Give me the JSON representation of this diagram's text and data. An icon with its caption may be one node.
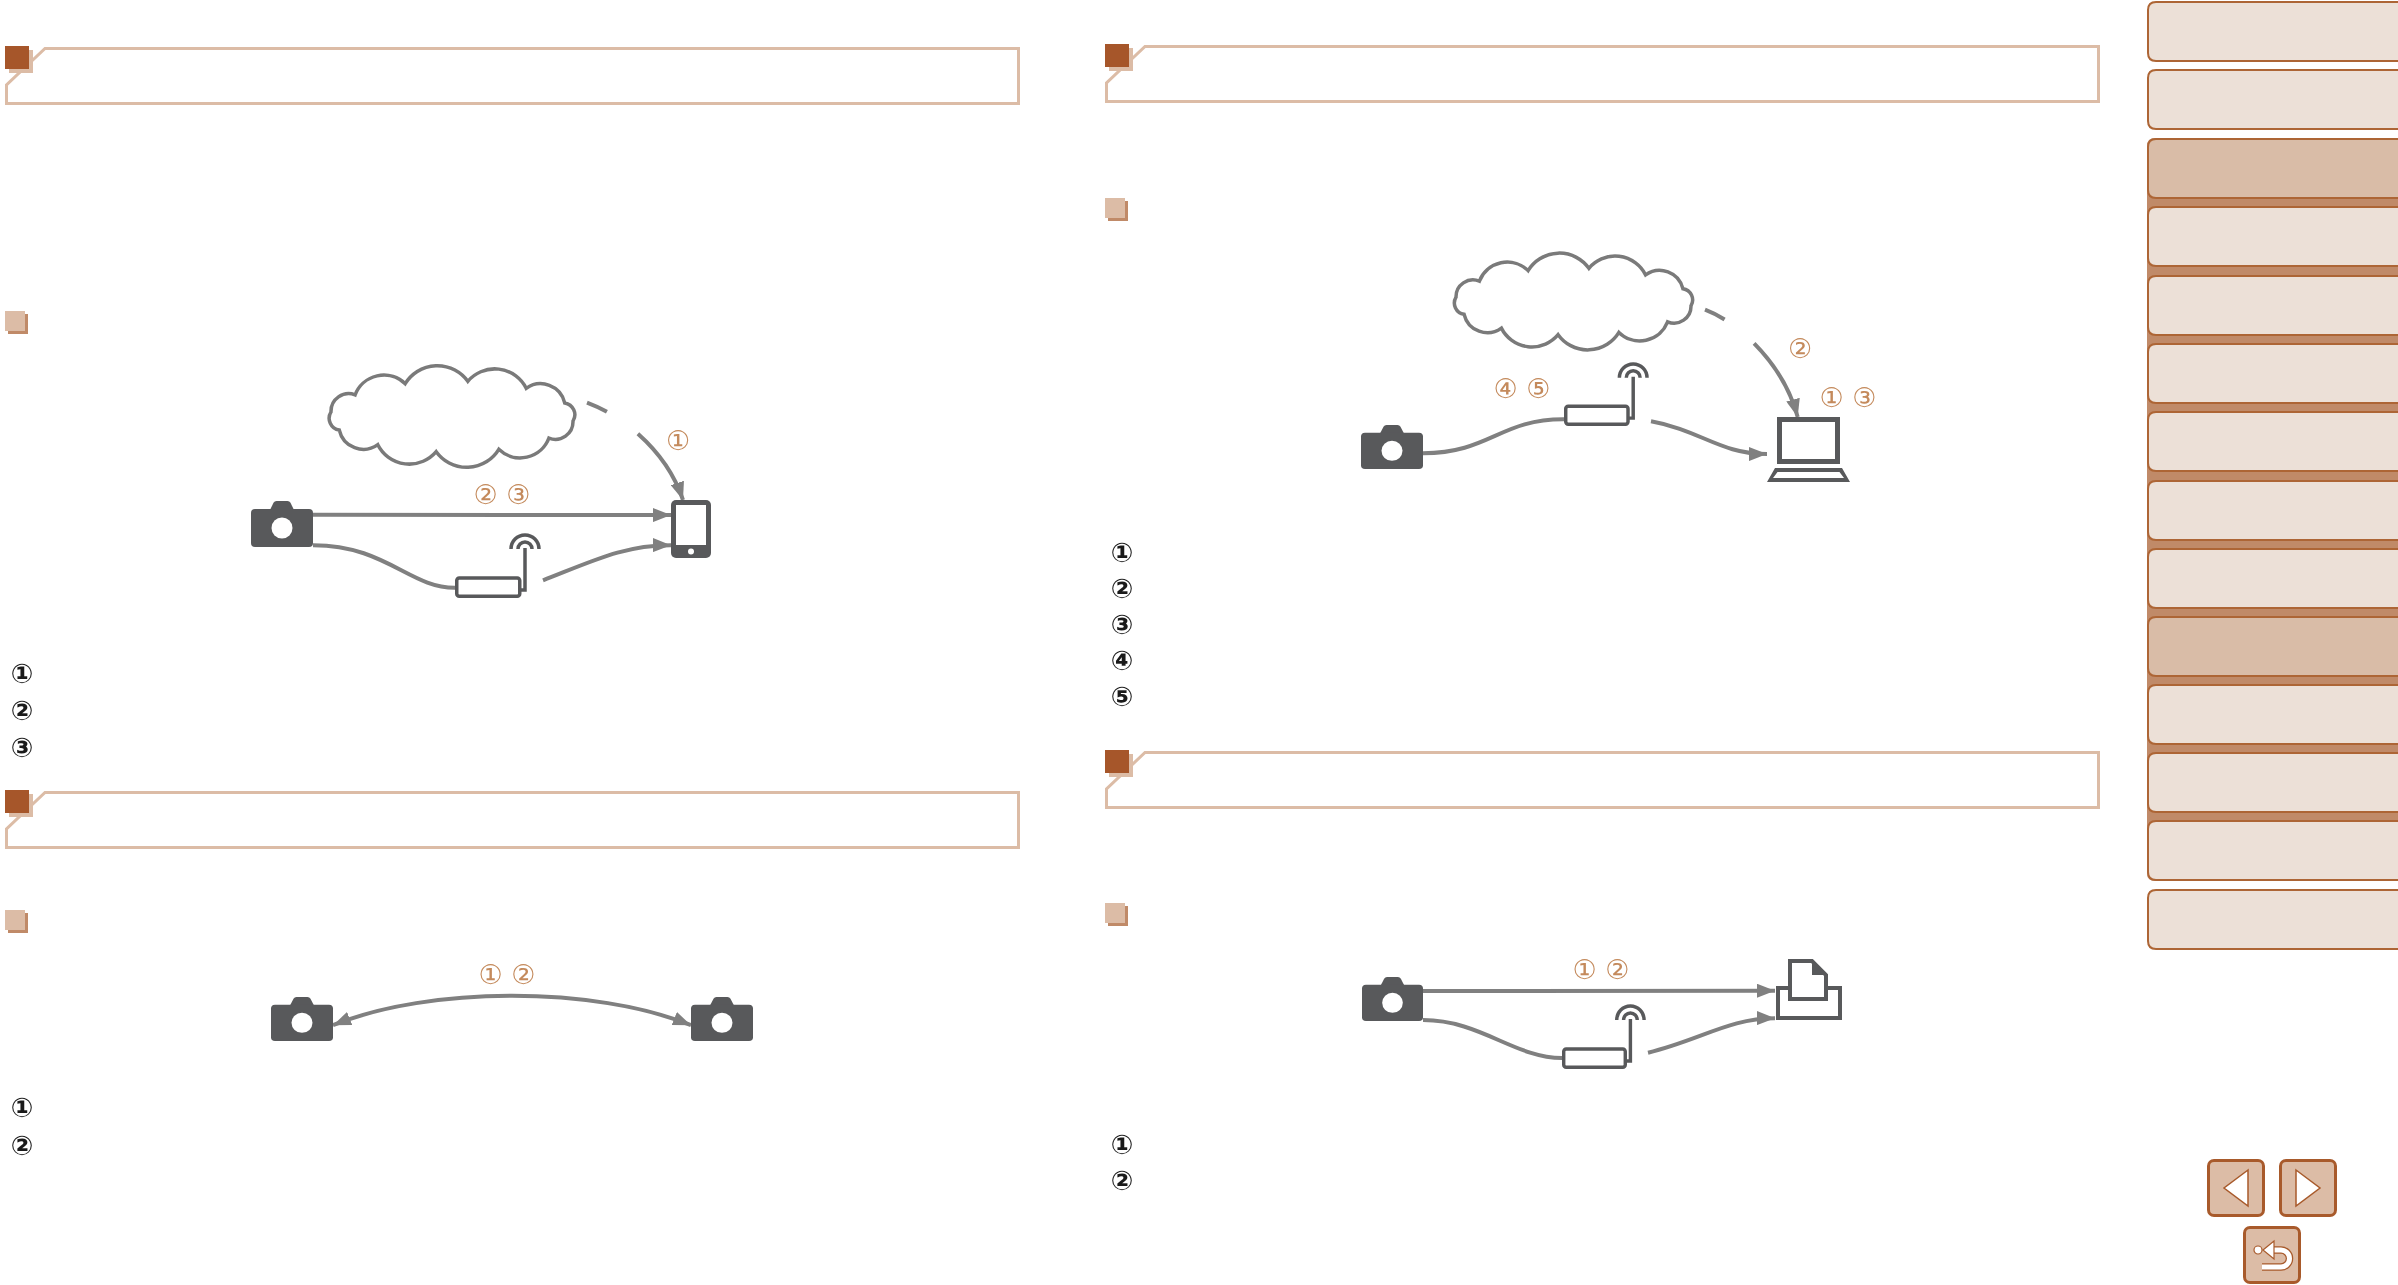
{
  "diagram": {
    "nodes": [
      {
        "text": [],
        "shape": "cloud"
      },
      {
        "text": [],
        "shape": "picture"
      },
      {
        "text": [],
        "shape": "picture"
      },
      {
        "text": [],
        "shape": "picture"
      },
      {
        "text": [],
        "shape": "picture"
      },
      {
        "text": [],
        "shape": "picture"
      },
      {
        "text": [],
        "shape": "cloud"
      },
      {
        "text": [],
        "shape": "picture"
      },
      {
        "text": [],
        "shape": "picture",
        "beside": [
          "④ ⑤"
        ]
      },
      {
        "text": [],
        "shape": "picture",
        "beside": [
          "① ③"
        ]
      },
      {
        "text": [],
        "shape": "picture"
      },
      {
        "text": [],
        "shape": "picture"
      },
      {
        "text": [],
        "shape": "picture"
      }
    ],
    "edges": [
      {
        "from": 0,
        "to": 2,
        "arrow": "to",
        "style": "dashed",
        "label": "①"
      },
      {
        "from": 1,
        "to": 2,
        "arrow": "to",
        "label": "② ③"
      },
      {
        "from": 1,
        "to": 3,
        "arrow": "none"
      },
      {
        "from": 3,
        "to": 2,
        "arrow": "to"
      },
      {
        "from": 4,
        "to": 5,
        "arrow": "both",
        "label": "① ②"
      },
      {
        "from": 6,
        "to": 9,
        "arrow": "to",
        "style": "dashed",
        "label": "②"
      },
      {
        "from": 7,
        "to": 8,
        "arrow": "none"
      },
      {
        "from": 8,
        "to": 9,
        "arrow": "to"
      },
      {
        "from": 10,
        "to": 11,
        "arrow": "to",
        "label": "① ②"
      },
      {
        "from": 10,
        "to": 12,
        "arrow": "none"
      },
      {
        "from": 12,
        "to": 11,
        "arrow": "to"
      }
    ],
    "labels": [
      "①",
      "②",
      "③",
      "①",
      "②",
      "①",
      "②",
      "③",
      "④",
      "⑤",
      "①",
      "②"
    ]
  }
}
